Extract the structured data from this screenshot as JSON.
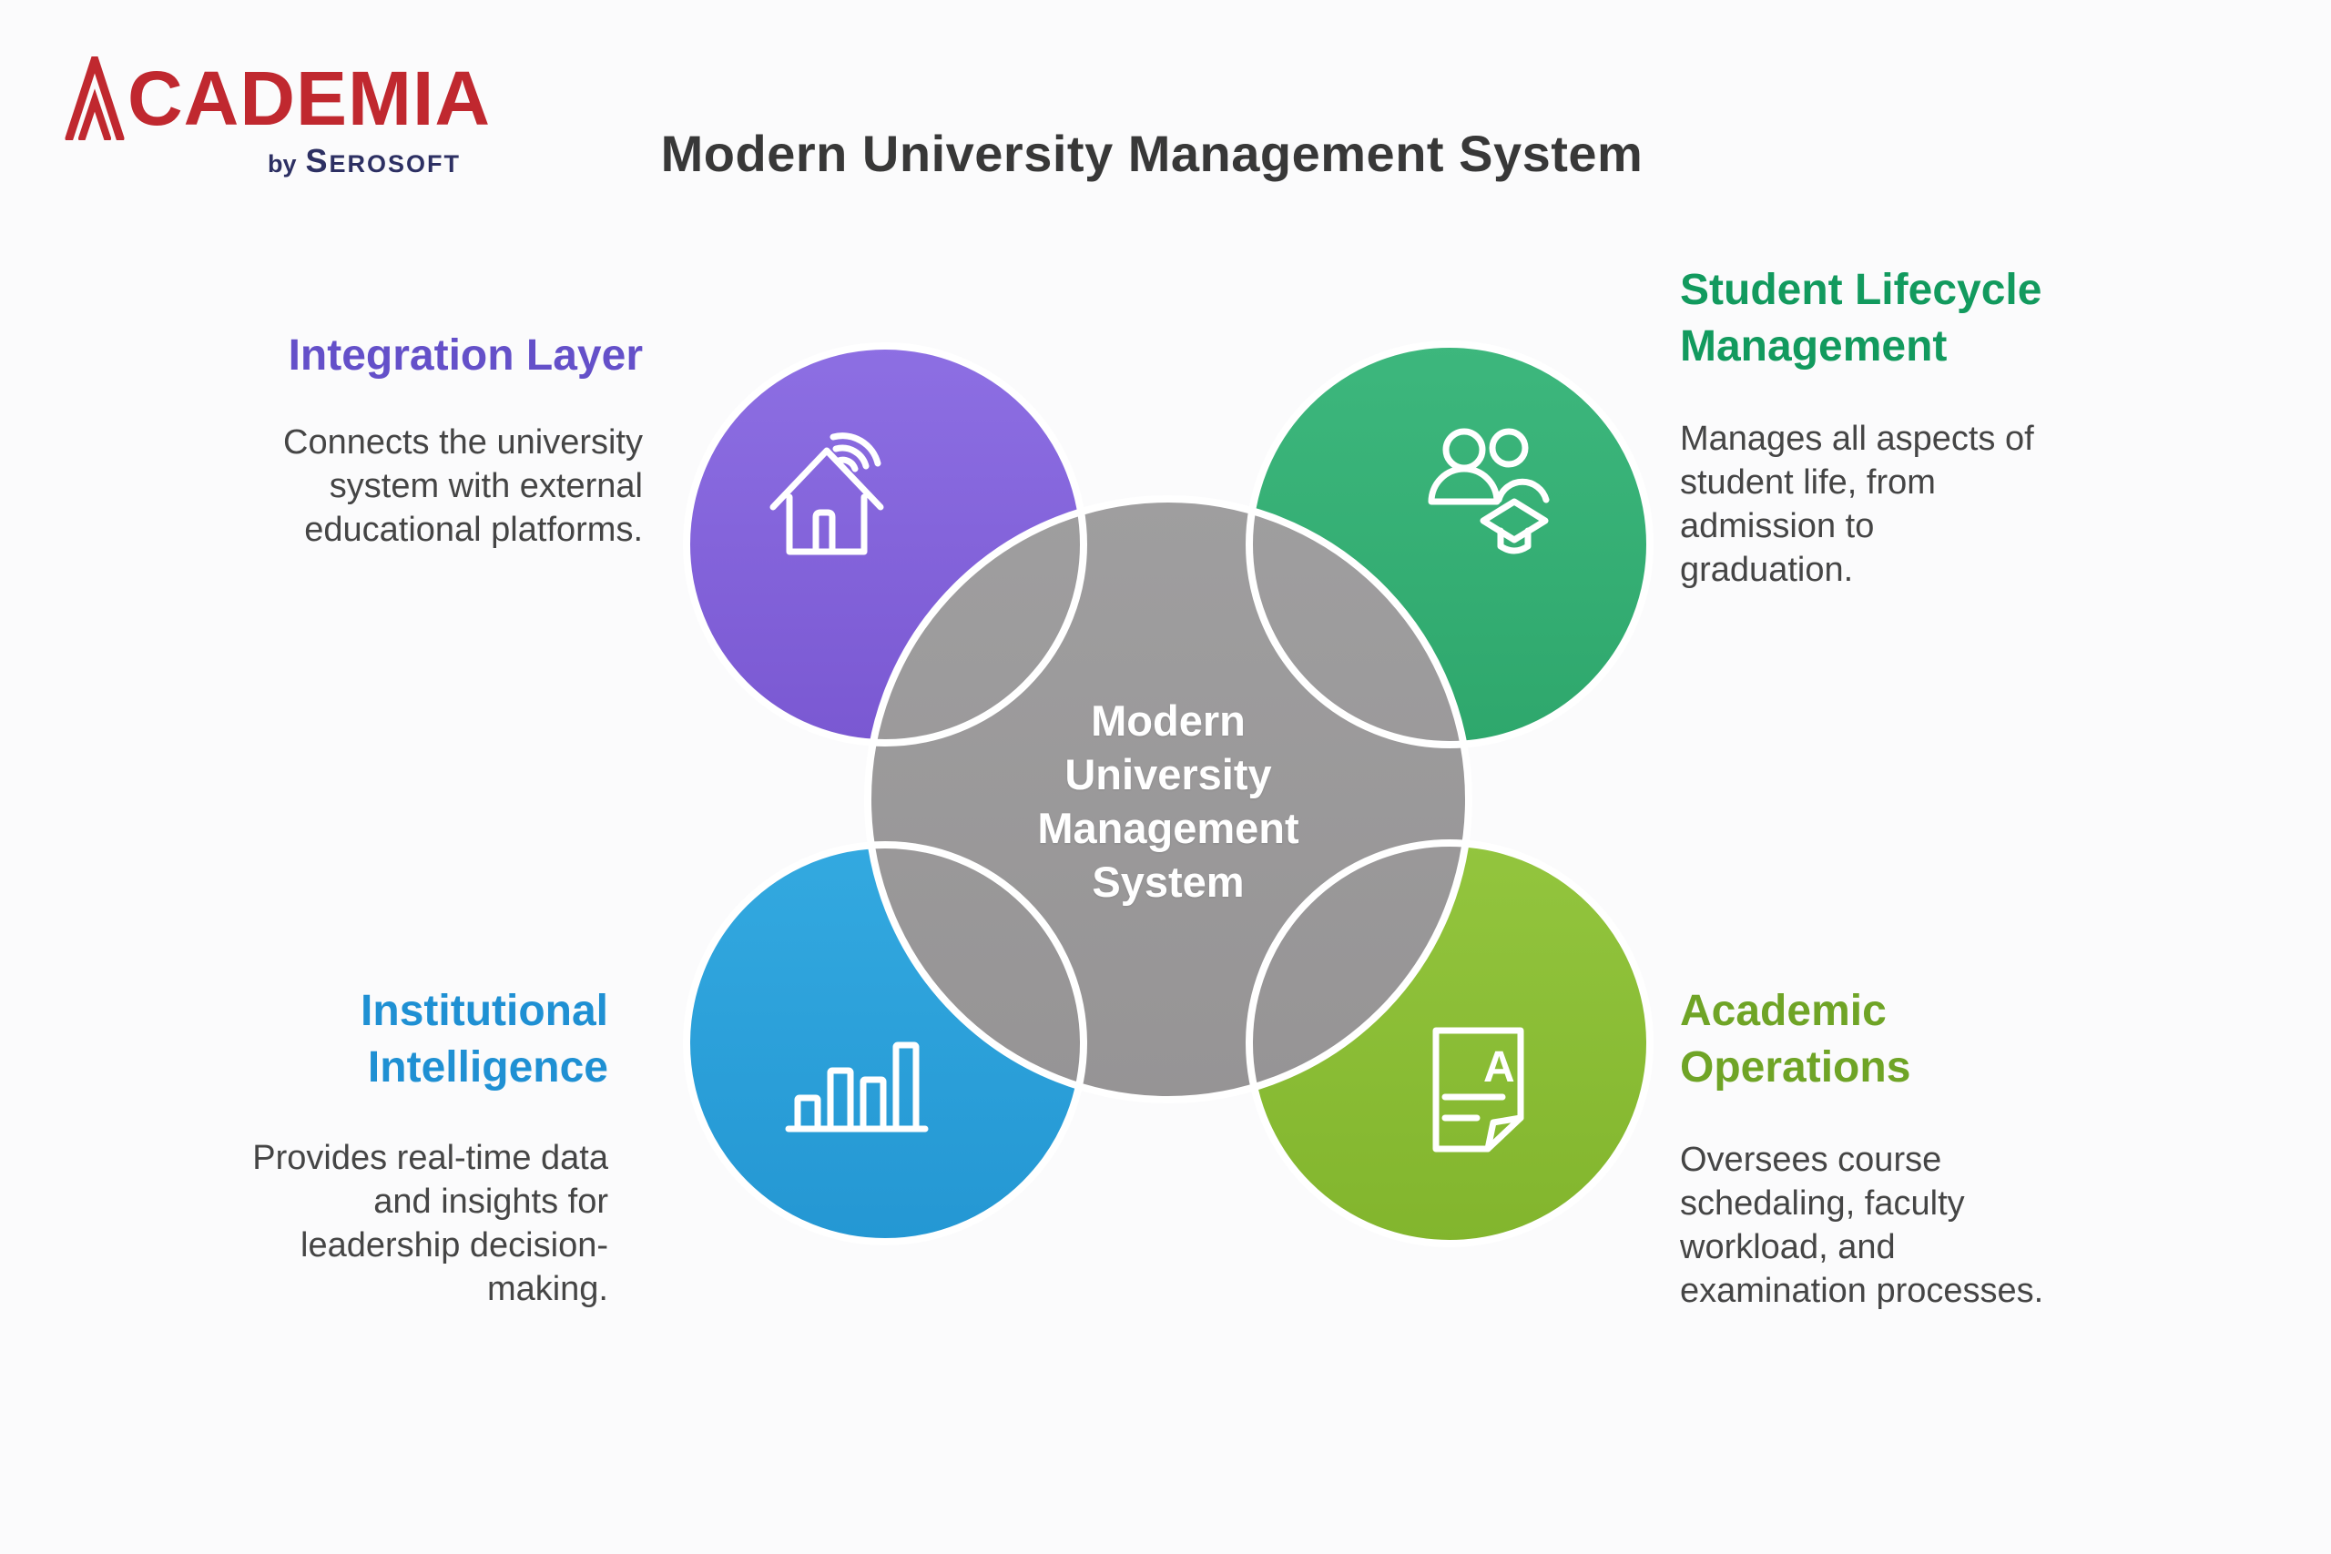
{
  "logo": {
    "brand_initial": "A",
    "brand_rest": "CADEMIA",
    "byline_prefix": "by",
    "byline_brand": "Serosoft"
  },
  "title": "Modern University Management System",
  "center_circle": {
    "lines": [
      "Modern",
      "University",
      "Management",
      "System"
    ],
    "fill_color": "#9C9A9B",
    "text_color": "#FFFFFF"
  },
  "quadrants": [
    {
      "name": "integration-layer",
      "heading_lines": [
        "Integration Layer"
      ],
      "description_lines": [
        "Connects the university",
        "system with external",
        "educational platforms."
      ],
      "heading_color": "#6450C9",
      "circle_color": "#8468DC",
      "icon": "home-signal-icon"
    },
    {
      "name": "student-lifecycle-management",
      "heading_lines": [
        "Student Lifecycle",
        "Management"
      ],
      "description_lines": [
        "Manages all aspects of",
        "student life, from",
        "admission to",
        "graduation."
      ],
      "heading_color": "#129A5E",
      "circle_color": "#33AE74",
      "icon": "students-graduation-icon"
    },
    {
      "name": "institutional-intelligence",
      "heading_lines": [
        "Institutional",
        "Intelligence"
      ],
      "description_lines": [
        "Provides real-time data",
        "and insights for",
        "leadership decision-",
        "making."
      ],
      "heading_color": "#1F90D3",
      "circle_color": "#2BA2DB",
      "icon": "bar-chart-icon"
    },
    {
      "name": "academic-operations",
      "heading_lines": [
        "Academic",
        "Operations"
      ],
      "description_lines": [
        "Oversees course",
        "schedaling, faculty",
        "workload, and",
        "examination processes."
      ],
      "heading_color": "#6FA426",
      "circle_color": "#8CBE37",
      "icon": "graded-document-icon",
      "icon_letter": "A"
    }
  ],
  "colors": {
    "background": "#FBFBFC",
    "title_text": "#383838",
    "body_text": "#454545",
    "logo_red": "#C0282F",
    "logo_navy": "#2D3063",
    "circle_outline": "#FFFFFF"
  }
}
